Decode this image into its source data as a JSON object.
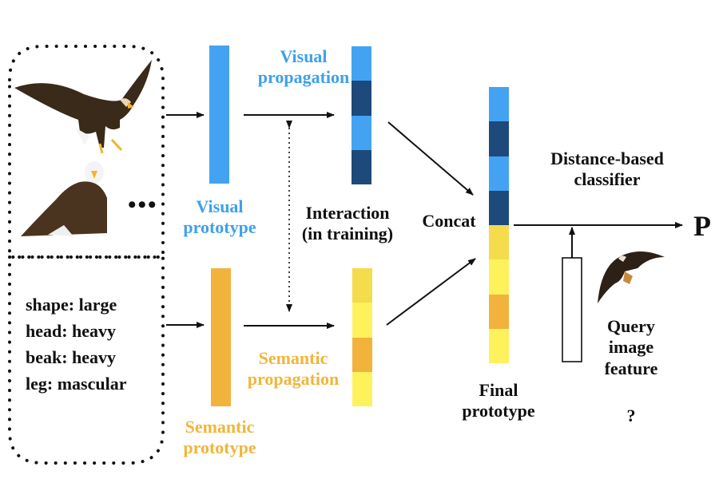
{
  "support_set": {
    "ellipsis": "•••",
    "images": [
      "eagle-flying-icon",
      "eagle-perched-icon"
    ],
    "attributes": [
      "shape: large",
      "head: heavy",
      "beak: heavy",
      "leg: mascular"
    ]
  },
  "labels": {
    "visual_propagation": [
      "Visual",
      "propagation"
    ],
    "visual_prototype": [
      "Visual",
      "prototype"
    ],
    "interaction": [
      "Interaction",
      "(in training)"
    ],
    "semantic_propagation": [
      "Semantic",
      "propagation"
    ],
    "semantic_prototype": [
      "Semantic",
      "prototype"
    ],
    "concat": "Concat",
    "final_prototype": [
      "Final",
      "prototype"
    ],
    "classifier": [
      "Distance-based",
      "classifier"
    ],
    "output": "P",
    "query": [
      "Query",
      "image",
      "feature"
    ],
    "query_unknown": "?"
  },
  "colors": {
    "light_blue": "#43a3f2",
    "dark_blue": "#1d4a7a",
    "orange": "#f2b33d",
    "gold": "#f4dc4c",
    "yellow": "#fdf25c"
  },
  "vectors": {
    "visual_prototype": [
      "light_blue"
    ],
    "visual_propagated": [
      "light_blue",
      "dark_blue",
      "light_blue",
      "dark_blue"
    ],
    "semantic_prototype": [
      "orange"
    ],
    "semantic_propagated": [
      "gold",
      "yellow",
      "orange",
      "yellow"
    ],
    "final_prototype": [
      "light_blue",
      "dark_blue",
      "light_blue",
      "dark_blue",
      "gold",
      "yellow",
      "orange",
      "yellow"
    ]
  }
}
